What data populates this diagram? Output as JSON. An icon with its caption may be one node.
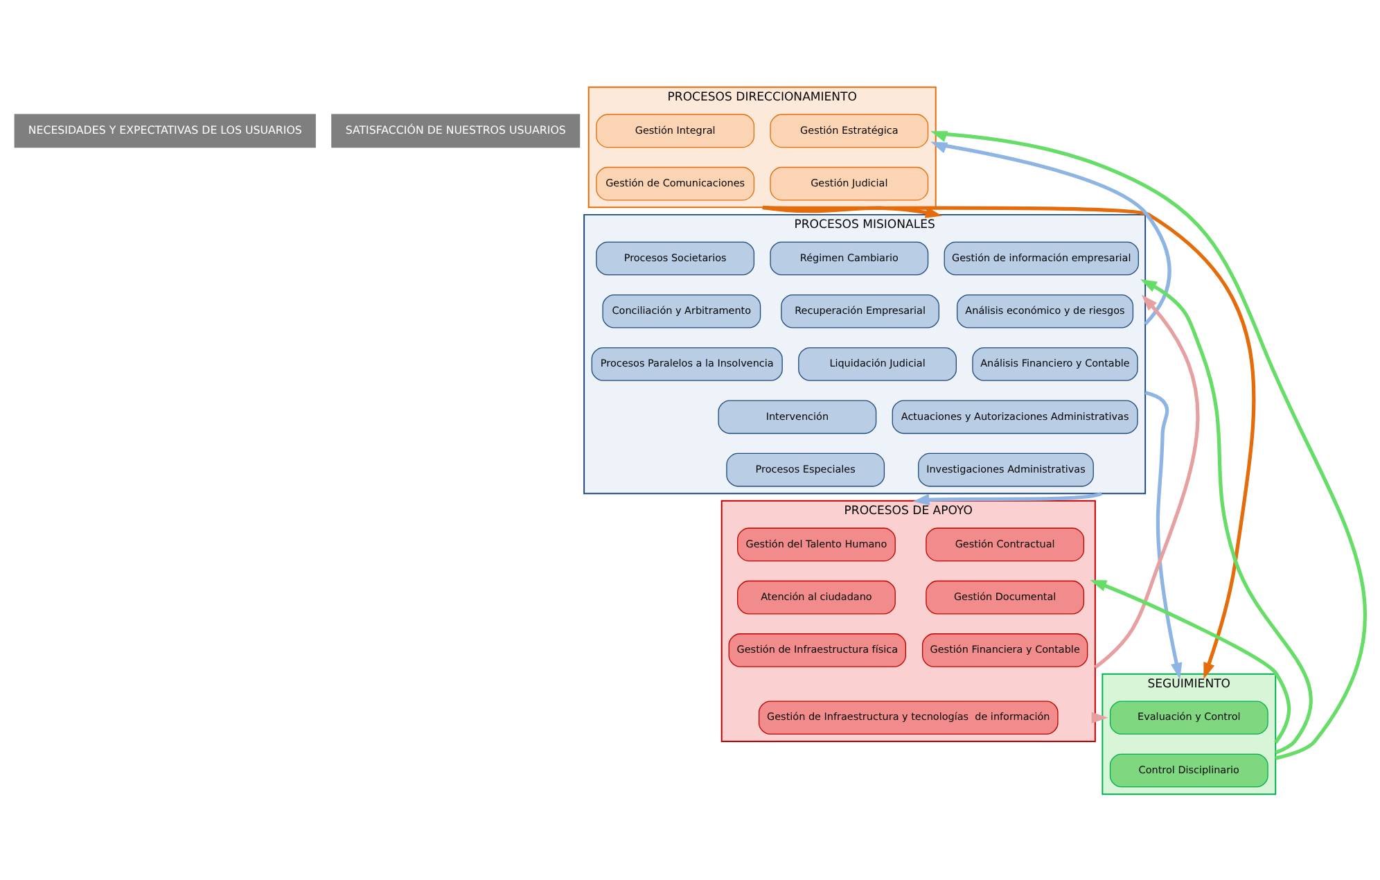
{
  "diagram": {
    "nodes": [
      {
        "text": [
          "NECESIDADES Y EXPECTATIVAS DE LOS USUARIOS"
        ]
      },
      {
        "text": [
          "SATISFACCIÓN DE NUESTROS USUARIOS"
        ]
      },
      {
        "text": [
          "PROCESOS DIRECCIONAMIENTO"
        ]
      },
      {
        "text": [
          "Gestión Estratégica"
        ],
        "in": 2
      },
      {
        "text": [
          "Gestión Integral"
        ],
        "in": 2
      },
      {
        "text": [
          "Gestión Judicial"
        ],
        "in": 2
      },
      {
        "text": [
          "Gestión de Comunicaciones"
        ],
        "in": 2
      },
      {
        "text": [
          "PROCESOS MISIONALES"
        ]
      },
      {
        "text": [
          "Gestión de información empresarial"
        ],
        "in": 7
      },
      {
        "text": [
          "Análisis económico y de riesgos"
        ],
        "in": 7
      },
      {
        "text": [
          "Análisis Financiero y Contable"
        ],
        "in": 7
      },
      {
        "text": [
          "Actuaciones y Autorizaciones Administrativas"
        ],
        "in": 7
      },
      {
        "text": [
          "Investigaciones Administrativas"
        ],
        "in": 7
      },
      {
        "text": [
          "Régimen Cambiario"
        ],
        "in": 7
      },
      {
        "text": [
          "Recuperación Empresarial"
        ],
        "in": 7
      },
      {
        "text": [
          "Liquidación Judicial"
        ],
        "in": 7
      },
      {
        "text": [
          "Intervención"
        ],
        "in": 7
      },
      {
        "text": [
          "Procesos Especiales"
        ],
        "in": 7
      },
      {
        "text": [
          "Procesos Societarios"
        ],
        "in": 7
      },
      {
        "text": [
          "Conciliación y Arbitramento"
        ],
        "in": 7
      },
      {
        "text": [
          "Procesos Paralelos a la Insolvencia"
        ],
        "in": 7
      },
      {
        "text": [
          "PROCESOS DE APOYO"
        ]
      },
      {
        "text": [
          "Gestión del Talento Humano"
        ],
        "in": 21
      },
      {
        "text": [
          "Gestión Contractual"
        ],
        "in": 21
      },
      {
        "text": [
          "Atención al ciudadano"
        ],
        "in": 21
      },
      {
        "text": [
          "Gestión Documental"
        ],
        "in": 21
      },
      {
        "text": [
          "Gestión de Infraestructura física"
        ],
        "in": 21
      },
      {
        "text": [
          "Gestión Financiera y Contable"
        ],
        "in": 21
      },
      {
        "text": [
          "Gestión de Infraestructura y tecnologías  de información"
        ],
        "in": 21
      },
      {
        "text": [
          "SEGUIMIENTO"
        ]
      },
      {
        "text": [
          "Evaluación y Control"
        ],
        "in": 29
      },
      {
        "text": [
          "Control Disciplinario"
        ],
        "in": 29
      }
    ],
    "edges": [
      {
        "from": 2,
        "to": 7,
        "arrow": "to",
        "color": "#e46c0a"
      },
      {
        "from": 7,
        "to": 2,
        "arrow": "to",
        "color": "#8eb4e3"
      },
      {
        "from": 7,
        "to": 21,
        "arrow": "to",
        "color": "#8eb4e3"
      },
      {
        "from": 21,
        "to": 7,
        "arrow": "to",
        "color": "#e6a0a0"
      },
      {
        "from": 21,
        "to": 29,
        "arrow": "to",
        "color": "#e6a0a0"
      },
      {
        "from": 29,
        "to": 21,
        "arrow": "to",
        "color": "#66dd66"
      },
      {
        "from": 2,
        "to": 29,
        "arrow": "to",
        "color": "#e46c0a"
      },
      {
        "from": 7,
        "to": 29,
        "arrow": "to",
        "color": "#8eb4e3"
      },
      {
        "from": 29,
        "to": 7,
        "arrow": "to",
        "color": "#66dd66"
      },
      {
        "from": 29,
        "to": 2,
        "arrow": "to",
        "color": "#66dd66"
      }
    ]
  }
}
